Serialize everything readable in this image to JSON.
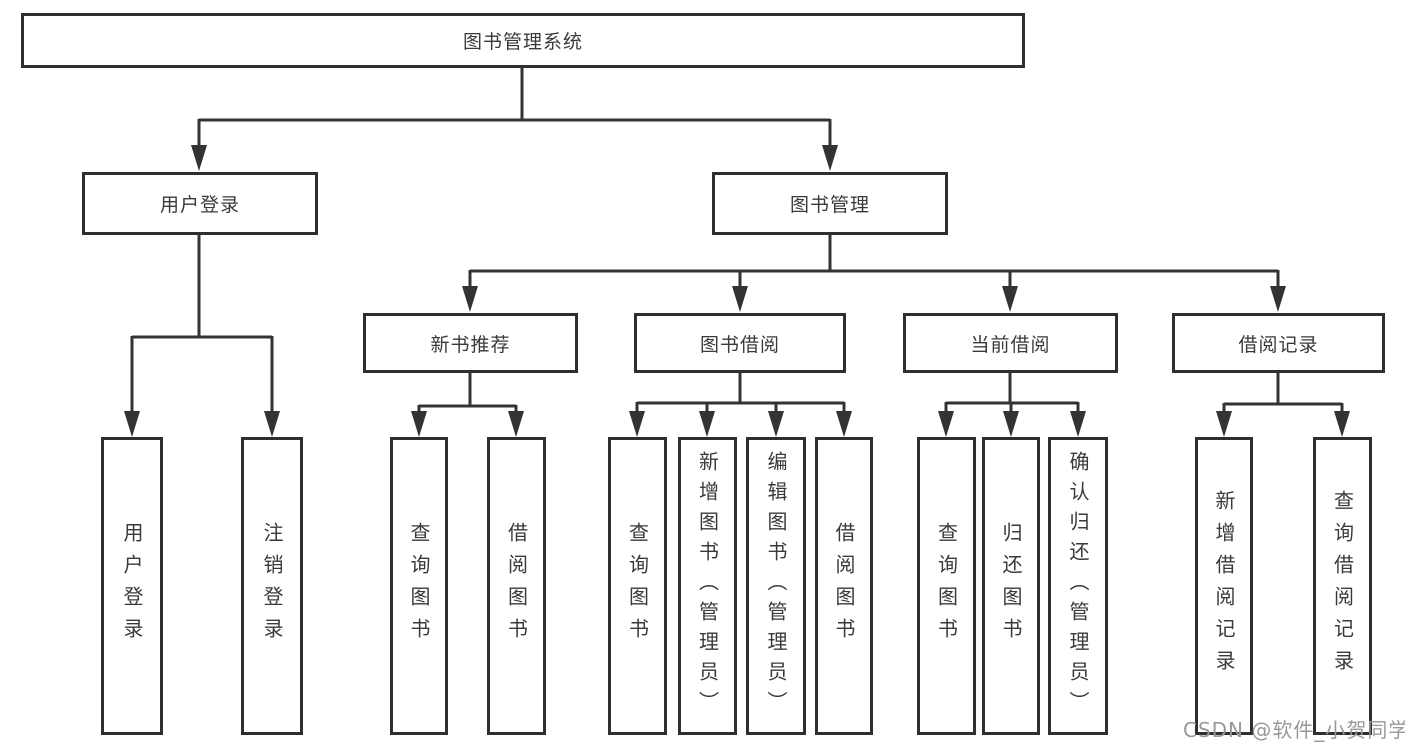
{
  "diagram": {
    "type": "hierarchy-tree",
    "root": {
      "label": "图书管理系统",
      "children": [
        {
          "label": "用户登录",
          "children": [
            {
              "label": "用户登录"
            },
            {
              "label": "注销登录"
            }
          ]
        },
        {
          "label": "图书管理",
          "children": [
            {
              "label": "新书推荐",
              "children": [
                {
                  "label": "查询图书"
                },
                {
                  "label": "借阅图书"
                }
              ]
            },
            {
              "label": "图书借阅",
              "children": [
                {
                  "label": "查询图书"
                },
                {
                  "label": "新增图书（管理员）"
                },
                {
                  "label": "编辑图书（管理员）"
                },
                {
                  "label": "借阅图书"
                }
              ]
            },
            {
              "label": "当前借阅",
              "children": [
                {
                  "label": "查询图书"
                },
                {
                  "label": "归还图书"
                },
                {
                  "label": "确认归还（管理员）"
                }
              ]
            },
            {
              "label": "借阅记录",
              "children": [
                {
                  "label": "新增借阅记录"
                },
                {
                  "label": "查询借阅记录"
                }
              ]
            }
          ]
        }
      ]
    },
    "watermark": "CSDN @软件_小贺同学",
    "colors": {
      "line": "#333333",
      "box_border": "#2f2f2f",
      "text": "#3a3a3a",
      "background": "#ffffff",
      "watermark": "#999999"
    }
  }
}
